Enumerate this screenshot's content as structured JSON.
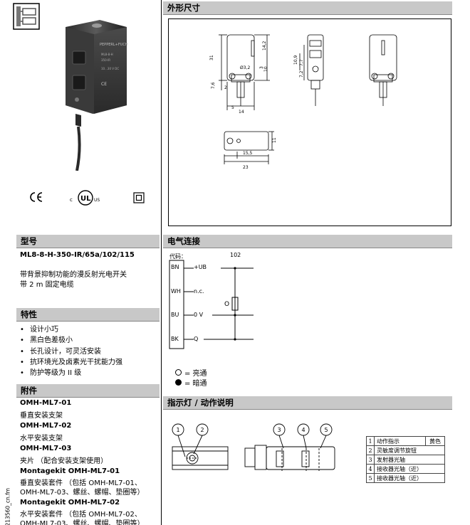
{
  "headings": {
    "dimensions": "外形尺寸",
    "model": "型号",
    "features": "特性",
    "accessories": "附件",
    "electrical": "电气连接",
    "indicators": "指示灯 / 动作说明"
  },
  "product": {
    "model_number": "ML8-8-H-350-IR/65a/102/115",
    "description_line1": "带背景抑制功能的漫反射光电开关",
    "description_line2": "带 2 m 固定电缆"
  },
  "certifications": [
    "CE",
    "cULus",
    "protection-class-II"
  ],
  "features": [
    "设计小巧",
    "黑白色差极小",
    "长孔设计，可灵活安装",
    "抗环境光及卤素光干扰能力强",
    "防护等级为 II 级"
  ],
  "accessories": [
    {
      "name": "OMH-ML7-01",
      "desc": "垂直安装支架",
      "desc2": ""
    },
    {
      "name": "OMH-ML7-02",
      "desc": "水平安装支架",
      "desc2": ""
    },
    {
      "name": "OMH-ML7-03",
      "desc": "夹片 （配合安装支架使用）",
      "desc2": ""
    },
    {
      "name": "Montagekit OMH-ML7-01",
      "desc": "垂直安装套件 （包括 OMH-ML7-01、",
      "desc2": "OMH-ML7-03、螺丝、螺帽、垫圈等）"
    },
    {
      "name": "Montagekit OMH-ML7-02",
      "desc": "水平安装套件 （包括 OMH-ML7-02、",
      "desc2": "OMH-ML7-03、螺丝、螺帽、垫圈等）"
    }
  ],
  "doc_code": "213560_cn.fm",
  "electrical": {
    "code_label": "代码：",
    "code_value": "102",
    "pins": [
      {
        "wire": "BN",
        "signal": "+UB"
      },
      {
        "wire": "WH",
        "signal": "n.c."
      },
      {
        "wire": "BU",
        "signal": "0 V"
      },
      {
        "wire": "BK",
        "signal": "Q"
      }
    ],
    "switch_label": "O",
    "legend_on": "= 亮通",
    "legend_off": "= 暗通"
  },
  "dimensions": {
    "labels": [
      "31",
      "14,2",
      "7,6",
      "10,9",
      "7,7",
      "7,2",
      "3",
      "10",
      "2",
      "14",
      "5",
      "Ø3,2",
      "23",
      "15,5",
      "11"
    ]
  },
  "indicators": {
    "callouts": [
      "1",
      "2",
      "3",
      "4",
      "5"
    ],
    "table": [
      {
        "n": "1",
        "desc": "动作指示",
        "color": "黄色"
      },
      {
        "n": "2",
        "desc": "灵敏度调节旋钮",
        "color": ""
      },
      {
        "n": "3",
        "desc": "发射器光轴",
        "color": ""
      },
      {
        "n": "4",
        "desc": "接收器光轴（近）",
        "color": ""
      },
      {
        "n": "5",
        "desc": "接收器光轴（近）",
        "color": ""
      }
    ]
  }
}
